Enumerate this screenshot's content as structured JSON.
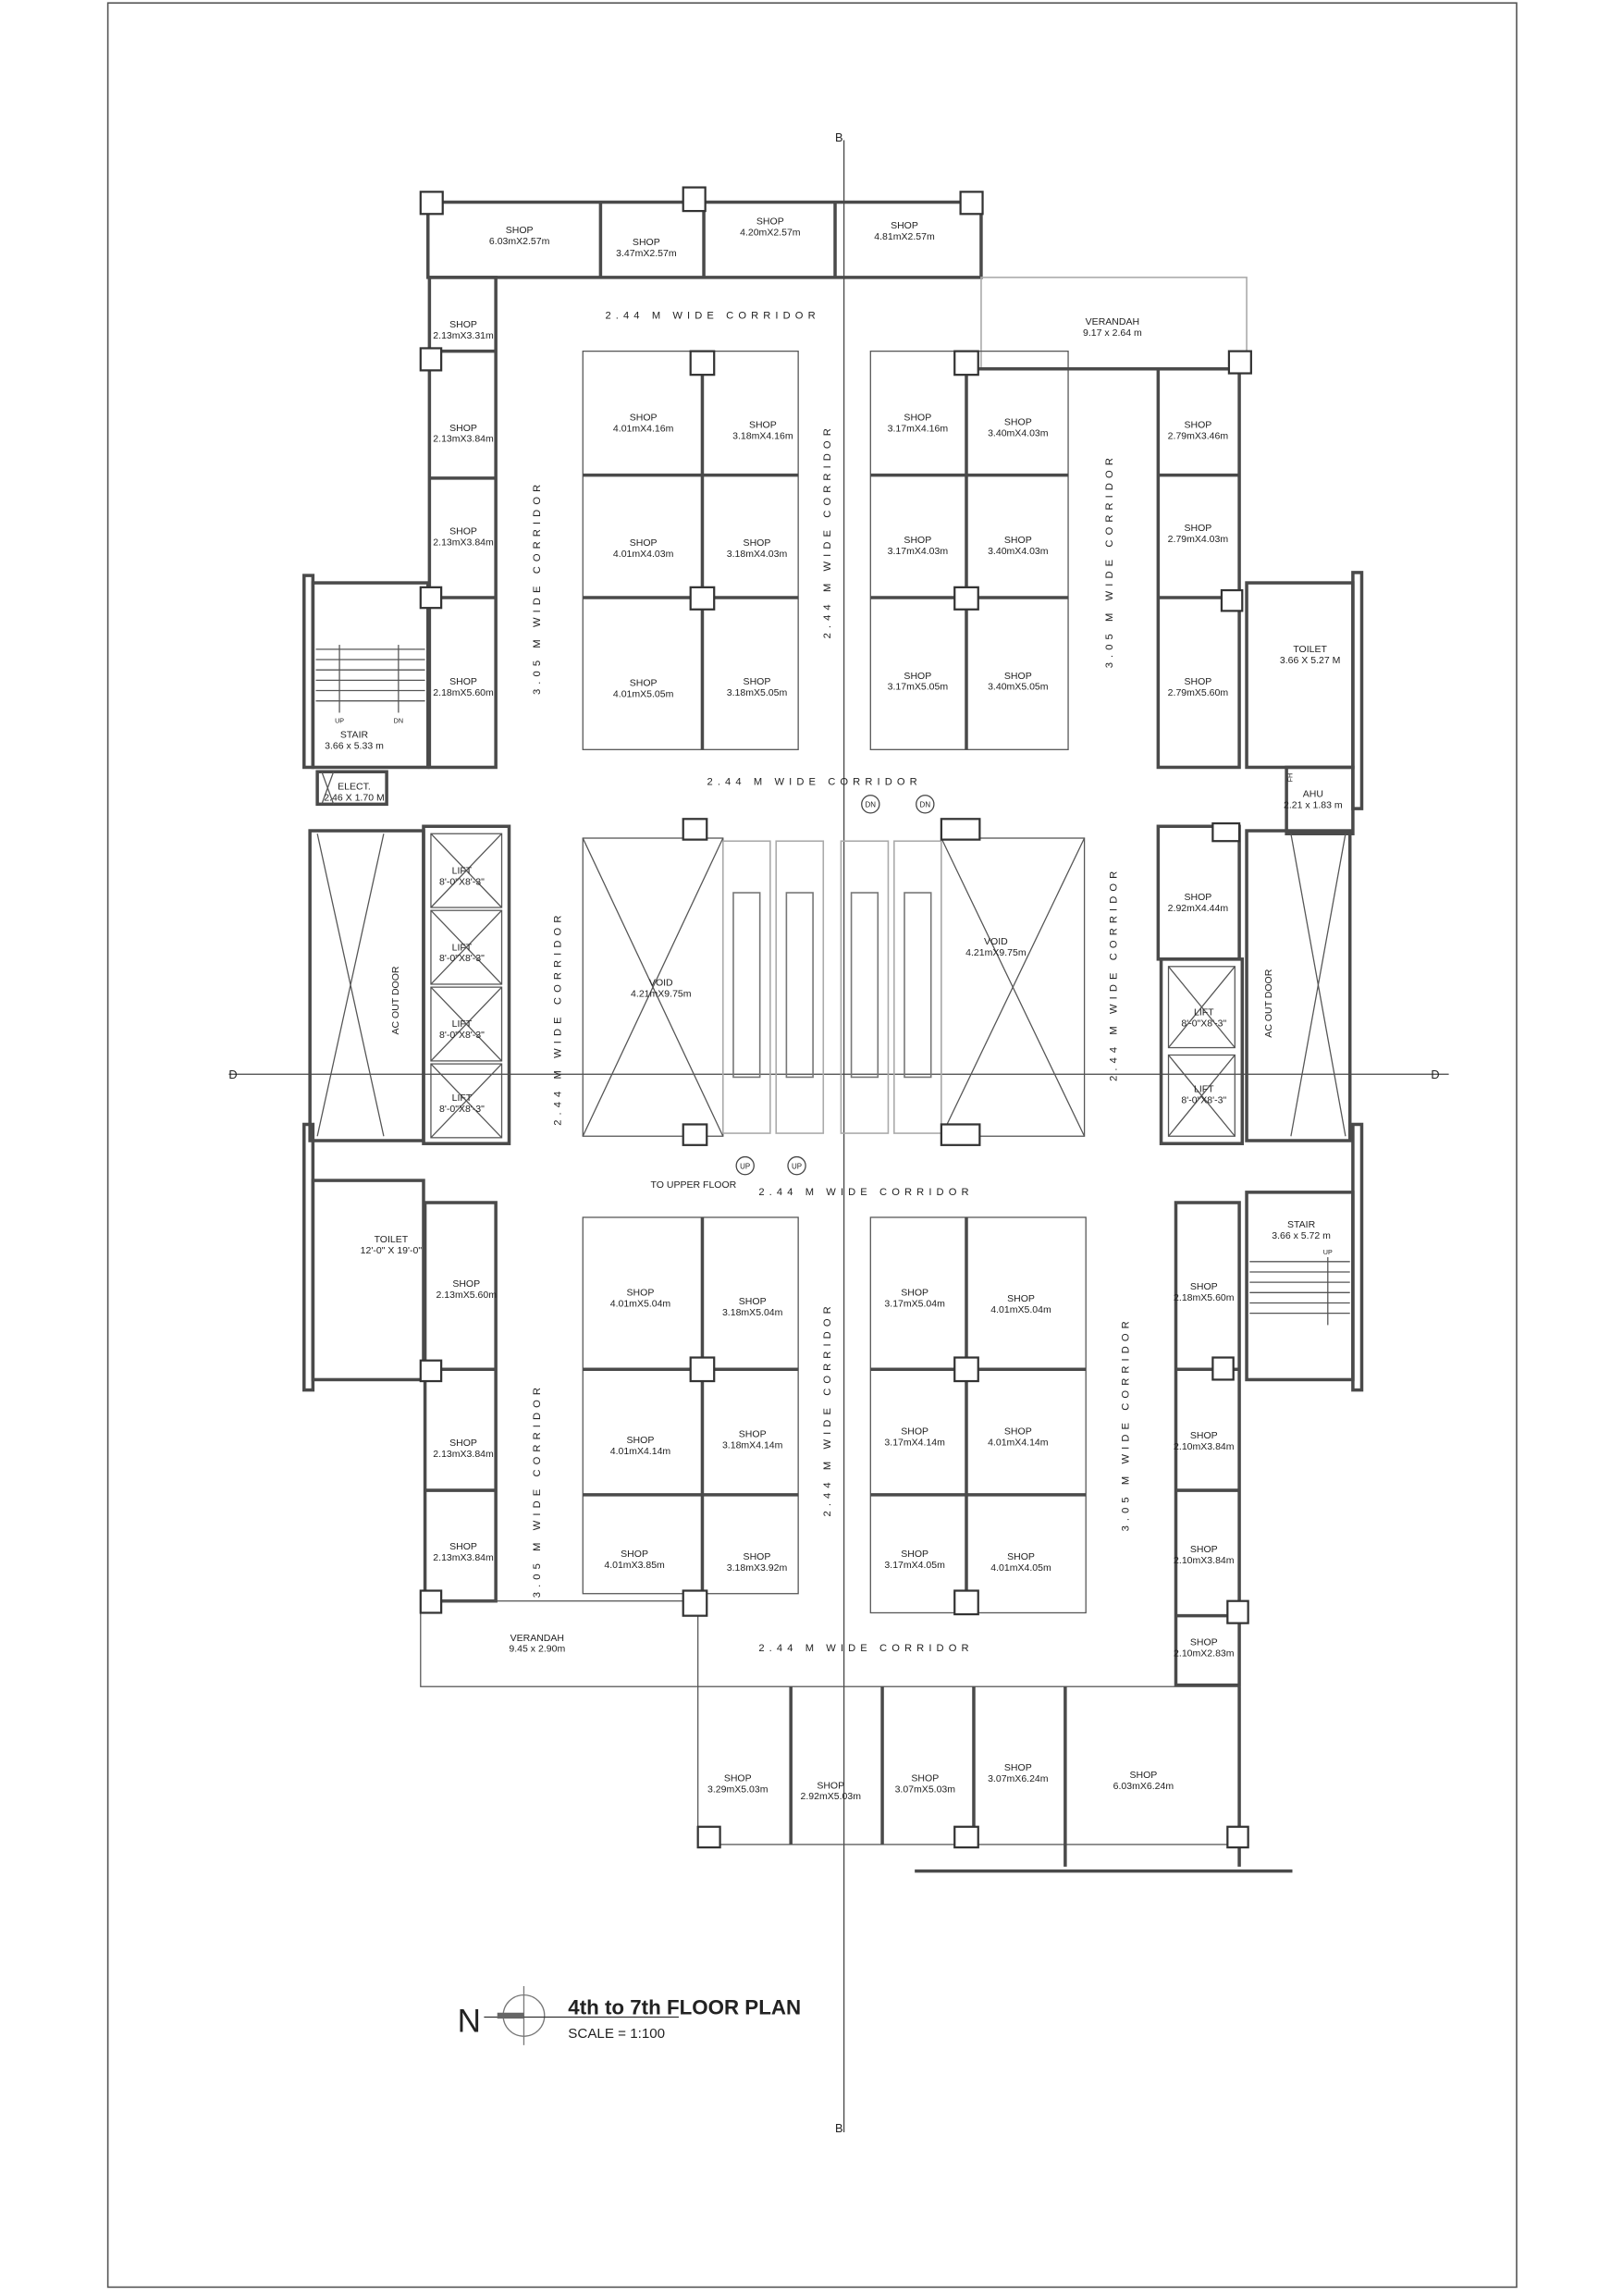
{
  "title": {
    "text": "4th to 7th FLOOR PLAN",
    "scale": "SCALE = 1:100",
    "north": "N"
  },
  "section_marks": {
    "b": "B",
    "d": "D"
  },
  "rooms": [
    {
      "label": "SHOP",
      "size": "6.03mX2.57m"
    },
    {
      "label": "SHOP",
      "size": "3.47mX2.57m"
    },
    {
      "label": "SHOP",
      "size": "4.20mX2.57m"
    },
    {
      "label": "SHOP",
      "size": "4.81mX2.57m"
    },
    {
      "label": "VERANDAH",
      "size": "9.17 x 2.64 m"
    },
    {
      "label": "SHOP",
      "size": "2.13mX3.31m"
    },
    {
      "label": "SHOP",
      "size": "2.13mX3.84m"
    },
    {
      "label": "SHOP",
      "size": "2.13mX3.84m"
    },
    {
      "label": "SHOP",
      "size": "2.18mX5.60m"
    },
    {
      "label": "SHOP",
      "size": "4.01mX4.16m"
    },
    {
      "label": "SHOP",
      "size": "3.18mX4.16m"
    },
    {
      "label": "SHOP",
      "size": "4.01mX4.03m"
    },
    {
      "label": "SHOP",
      "size": "3.18mX4.03m"
    },
    {
      "label": "SHOP",
      "size": "4.01mX5.05m"
    },
    {
      "label": "SHOP",
      "size": "3.18mX5.05m"
    },
    {
      "label": "SHOP",
      "size": "3.17mX4.16m"
    },
    {
      "label": "SHOP",
      "size": "3.40mX4.03m"
    },
    {
      "label": "SHOP",
      "size": "3.17mX4.03m"
    },
    {
      "label": "SHOP",
      "size": "3.40mX4.03m"
    },
    {
      "label": "SHOP",
      "size": "3.17mX5.05m"
    },
    {
      "label": "SHOP",
      "size": "3.40mX5.05m"
    },
    {
      "label": "SHOP",
      "size": "2.79mX3.46m"
    },
    {
      "label": "SHOP",
      "size": "2.79mX4.03m"
    },
    {
      "label": "SHOP",
      "size": "2.79mX5.60m"
    },
    {
      "label": "TOILET",
      "size": "3.66 X 5.27 M"
    },
    {
      "label": "STAIR",
      "size": "3.66 x 5.33 m"
    },
    {
      "label": "ELECT.",
      "size": "2.46 X 1.70 M"
    },
    {
      "label": "AHU",
      "size": "2.21 x 1.83 m"
    },
    {
      "label": "LIFT",
      "size": "8'-0\"X8'-3\""
    },
    {
      "label": "LIFT",
      "size": "8'-0\"X8'-3\""
    },
    {
      "label": "LIFT",
      "size": "8'-0\"X8'-3\""
    },
    {
      "label": "LIFT",
      "size": "8'-0\"X8'-3\""
    },
    {
      "label": "VOID",
      "size": "4.21mX9.75m"
    },
    {
      "label": "VOID",
      "size": "4.21mX9.75m"
    },
    {
      "label": "SHOP",
      "size": "2.92mX4.44m"
    },
    {
      "label": "LIFT",
      "size": "8'-0\"X8'-3\""
    },
    {
      "label": "LIFT",
      "size": "8'-0\"X8'-3\""
    },
    {
      "label": "TOILET",
      "size": "12'-0\" X 19'-0\""
    },
    {
      "label": "SHOP",
      "size": "2.13mX5.60m"
    },
    {
      "label": "SHOP",
      "size": "2.13mX3.84m"
    },
    {
      "label": "SHOP",
      "size": "2.13mX3.84m"
    },
    {
      "label": "SHOP",
      "size": "4.01mX5.04m"
    },
    {
      "label": "SHOP",
      "size": "3.18mX5.04m"
    },
    {
      "label": "SHOP",
      "size": "4.01mX4.14m"
    },
    {
      "label": "SHOP",
      "size": "3.18mX4.14m"
    },
    {
      "label": "SHOP",
      "size": "4.01mX3.85m"
    },
    {
      "label": "SHOP",
      "size": "3.18mX3.92m"
    },
    {
      "label": "SHOP",
      "size": "3.17mX5.04m"
    },
    {
      "label": "SHOP",
      "size": "4.01mX5.04m"
    },
    {
      "label": "SHOP",
      "size": "3.17mX4.14m"
    },
    {
      "label": "SHOP",
      "size": "4.01mX4.14m"
    },
    {
      "label": "SHOP",
      "size": "3.17mX4.05m"
    },
    {
      "label": "SHOP",
      "size": "4.01mX4.05m"
    },
    {
      "label": "STAIR",
      "size": "3.66 x 5.72 m"
    },
    {
      "label": "SHOP",
      "size": "2.18mX5.60m"
    },
    {
      "label": "SHOP",
      "size": "2.10mX3.84m"
    },
    {
      "label": "SHOP",
      "size": "2.10mX3.84m"
    },
    {
      "label": "SHOP",
      "size": "2.10mX2.83m"
    },
    {
      "label": "VERANDAH",
      "size": "9.45 x 2.90m"
    },
    {
      "label": "SHOP",
      "size": "3.29mX5.03m"
    },
    {
      "label": "SHOP",
      "size": "2.92mX5.03m"
    },
    {
      "label": "SHOP",
      "size": "3.07mX5.03m"
    },
    {
      "label": "SHOP",
      "size": "3.07mX6.24m"
    },
    {
      "label": "SHOP",
      "size": "6.03mX6.24m"
    }
  ],
  "corridors": [
    "2.44 M WIDE CORRIDOR",
    "3.05 M WIDE CORRIDOR",
    "2.44 M WIDE CORRIDOR",
    "3.05 M WIDE CORRIDOR",
    "2.44 M WIDE CORRIDOR",
    "2.44 M WIDE CORRIDOR",
    "2.44 M WIDE CORRIDOR",
    "2.44 M WIDE CORRIDOR",
    "3.05 M WIDE CORRIDOR",
    "2.44 M WIDE CORRIDOR",
    "3.05 M WIDE CORRIDOR",
    "2.44 M WIDE CORRIDOR"
  ],
  "annotations": {
    "ac_out_door": "AC OUT DOOR",
    "to_upper_floor": "TO UPPER FLOOR",
    "up": "UP",
    "dn": "DN",
    "fh": "FH"
  }
}
